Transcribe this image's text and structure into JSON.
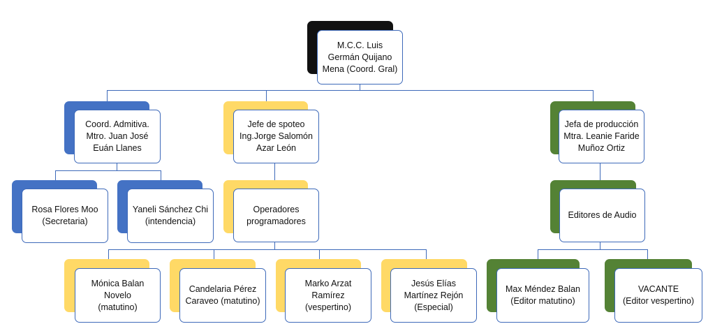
{
  "colors": {
    "black": "#111111",
    "blue": "#4472c4",
    "yellow": "#ffd966",
    "green": "#548235",
    "border": "#3d69b9"
  },
  "nodes": {
    "root": {
      "lines": [
        "M.C.C. Luis",
        "Germán Quijano",
        "Mena (Coord. Gral)"
      ],
      "color": "black"
    },
    "admin": {
      "lines": [
        "Coord. Admitiva.",
        "Mtro. Juan José",
        "Euán Llanes"
      ],
      "color": "blue"
    },
    "spoteo": {
      "lines": [
        "Jefe de spoteo",
        "Ing.Jorge Salomón",
        "Azar León"
      ],
      "color": "yellow"
    },
    "produccion": {
      "lines": [
        "Jefa de producción",
        "Mtra. Leanie Faride",
        "Muñoz Ortiz"
      ],
      "color": "green"
    },
    "rosa": {
      "lines": [
        "Rosa Flores Moo",
        "(Secretaria)"
      ],
      "color": "blue"
    },
    "yaneli": {
      "lines": [
        "Yaneli Sánchez Chi",
        "(intendencia)"
      ],
      "color": "blue"
    },
    "operadores": {
      "lines": [
        "Operadores",
        "programadores"
      ],
      "color": "yellow"
    },
    "editores": {
      "lines": [
        "Editores de Audio"
      ],
      "color": "green"
    },
    "monica": {
      "lines": [
        "Mónica Balan",
        "Novelo",
        "(matutino)"
      ],
      "color": "yellow"
    },
    "candelaria": {
      "lines": [
        "Candelaria Pérez",
        "Caraveo (matutino)"
      ],
      "color": "yellow"
    },
    "marko": {
      "lines": [
        "Marko Arzat",
        "Ramírez",
        "(vespertino)"
      ],
      "color": "yellow"
    },
    "jesus": {
      "lines": [
        "Jesús Elías",
        "Martínez Rejón",
        "(Especial)"
      ],
      "color": "yellow"
    },
    "max": {
      "lines": [
        "Max Méndez Balan",
        "(Editor matutino)"
      ],
      "color": "green"
    },
    "vacante": {
      "lines": [
        "VACANTE",
        "(Editor vespertino)"
      ],
      "color": "green"
    }
  }
}
